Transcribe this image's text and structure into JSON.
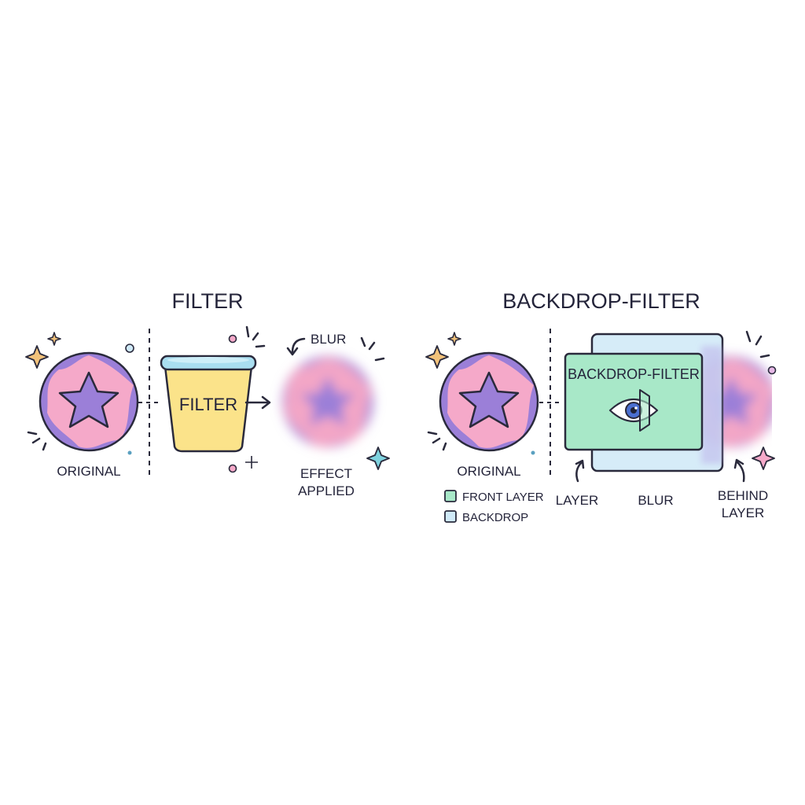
{
  "left": {
    "title": "FILTER",
    "original_label": "ORIGINAL",
    "cup_label": "FILTER",
    "blur_label": "BLUR",
    "result_label_line1": "EFFECT",
    "result_label_line2": "APPLIED"
  },
  "right": {
    "title": "BACKDROP-FILTER",
    "original_label": "ORIGINAL",
    "panel_label": "BACKDROP-FILTER",
    "layer_label": "LAYER",
    "blur_label": "BLUR",
    "behind_label_line1": "BEHIND",
    "behind_label_line2": "LAYER",
    "legend": [
      {
        "label": "FRONT LAYER",
        "color": "#a8e8c8"
      },
      {
        "label": "BACKDROP",
        "color": "#cfe9f7"
      }
    ]
  },
  "colors": {
    "ink": "#2a2a3c",
    "pink": "#f5a9c9",
    "purple": "#9b7fd8",
    "cup_yellow": "#fbe38a",
    "cup_rim": "#a9def0",
    "panel_green": "#a8e8c8",
    "panel_blue": "#cfe9f7",
    "sparkle_gold": "#f2c27a",
    "sparkle_teal": "#7fd3df"
  },
  "icons": [
    "sparkle-icon",
    "eye-icon",
    "arrow-icon",
    "dot-icon"
  ]
}
